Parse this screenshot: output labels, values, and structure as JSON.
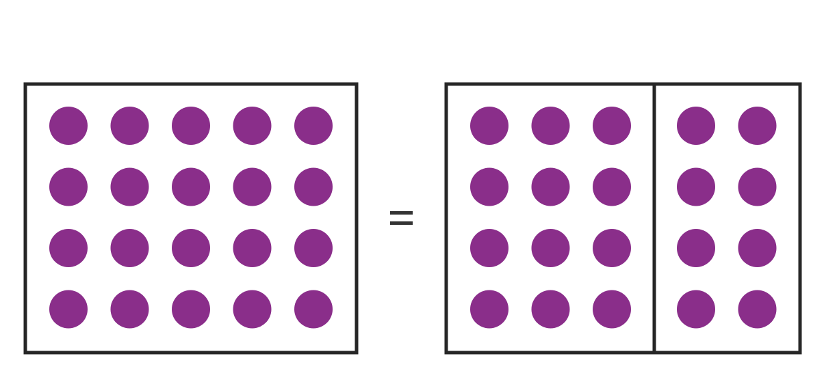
{
  "diagram": {
    "dot_color": "#8a2e8a",
    "frame_color": "#262626",
    "equals_sign": "=",
    "left_array": {
      "rows": 4,
      "columns": 5
    },
    "right_array": {
      "rows": 4,
      "left_part_columns": 3,
      "right_part_columns": 2
    }
  }
}
